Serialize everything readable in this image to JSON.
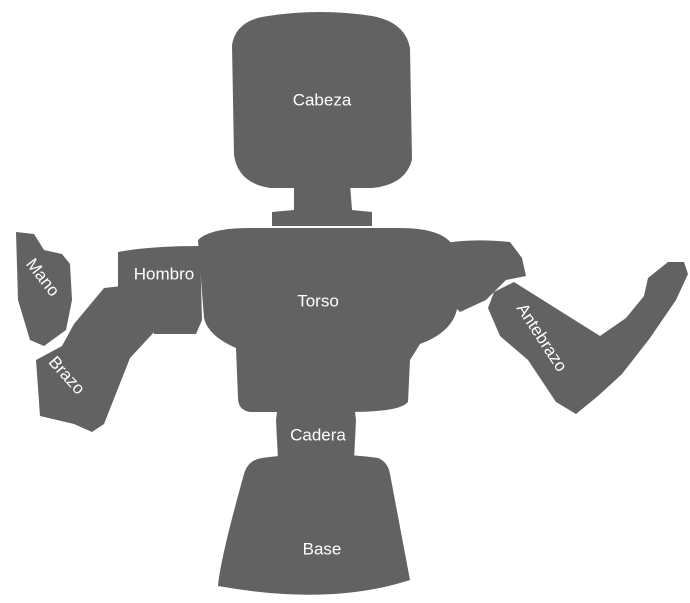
{
  "diagram": {
    "colors": {
      "body": "#626262",
      "label": "#ffffff",
      "background": "#ffffff"
    },
    "parts": {
      "cabeza": "Cabeza",
      "torso": "Torso",
      "hombro": "Hombro",
      "mano": "Mano",
      "brazo": "Brazo",
      "antebrazo": "Antebrazo",
      "cadera": "Cadera",
      "base": "Base"
    }
  }
}
